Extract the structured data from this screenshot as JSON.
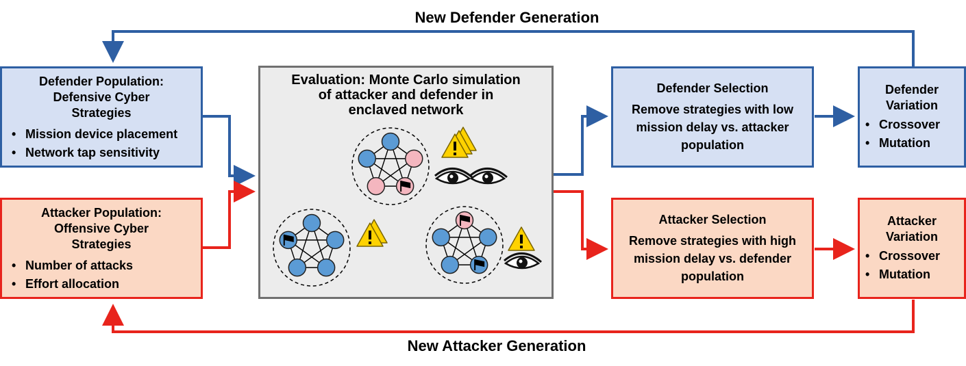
{
  "defender_generation_label": "New Defender Generation",
  "attacker_generation_label": "New Attacker Generation",
  "defender_population": {
    "title_lines": [
      "Defender Population:",
      "Defensive Cyber",
      "Strategies"
    ],
    "items": [
      "Mission device placement",
      "Network tap sensitivity"
    ]
  },
  "attacker_population": {
    "title_lines": [
      "Attacker Population:",
      "Offensive Cyber",
      "Strategies"
    ],
    "items": [
      "Number of attacks",
      "Effort allocation"
    ]
  },
  "evaluation": {
    "title_lines": [
      "Evaluation:  Monte Carlo simulation",
      "of attacker and defender in",
      "enclaved network"
    ]
  },
  "defender_selection": {
    "title": "Defender Selection",
    "body_lines": [
      "Remove strategies with low",
      "mission delay vs. attacker",
      "population"
    ]
  },
  "attacker_selection": {
    "title": "Attacker Selection",
    "body_lines": [
      "Remove strategies with high",
      "mission delay vs. defender",
      "population"
    ]
  },
  "defender_variation": {
    "title_lines": [
      "Defender",
      "Variation"
    ],
    "items": [
      "Crossover",
      "Mutation"
    ]
  },
  "attacker_variation": {
    "title_lines": [
      "Attacker",
      "Variation"
    ],
    "items": [
      "Crossover",
      "Mutation"
    ]
  },
  "colors": {
    "defender": "#2e5fa3",
    "attacker": "#e8241c",
    "defender_fill": "#d6e0f3",
    "attacker_fill": "#fbd8c4",
    "evaluation_fill": "#ececec",
    "node_blue": "#5b9bd5",
    "node_pink": "#f4b6bf",
    "warning": "#ffd200"
  }
}
